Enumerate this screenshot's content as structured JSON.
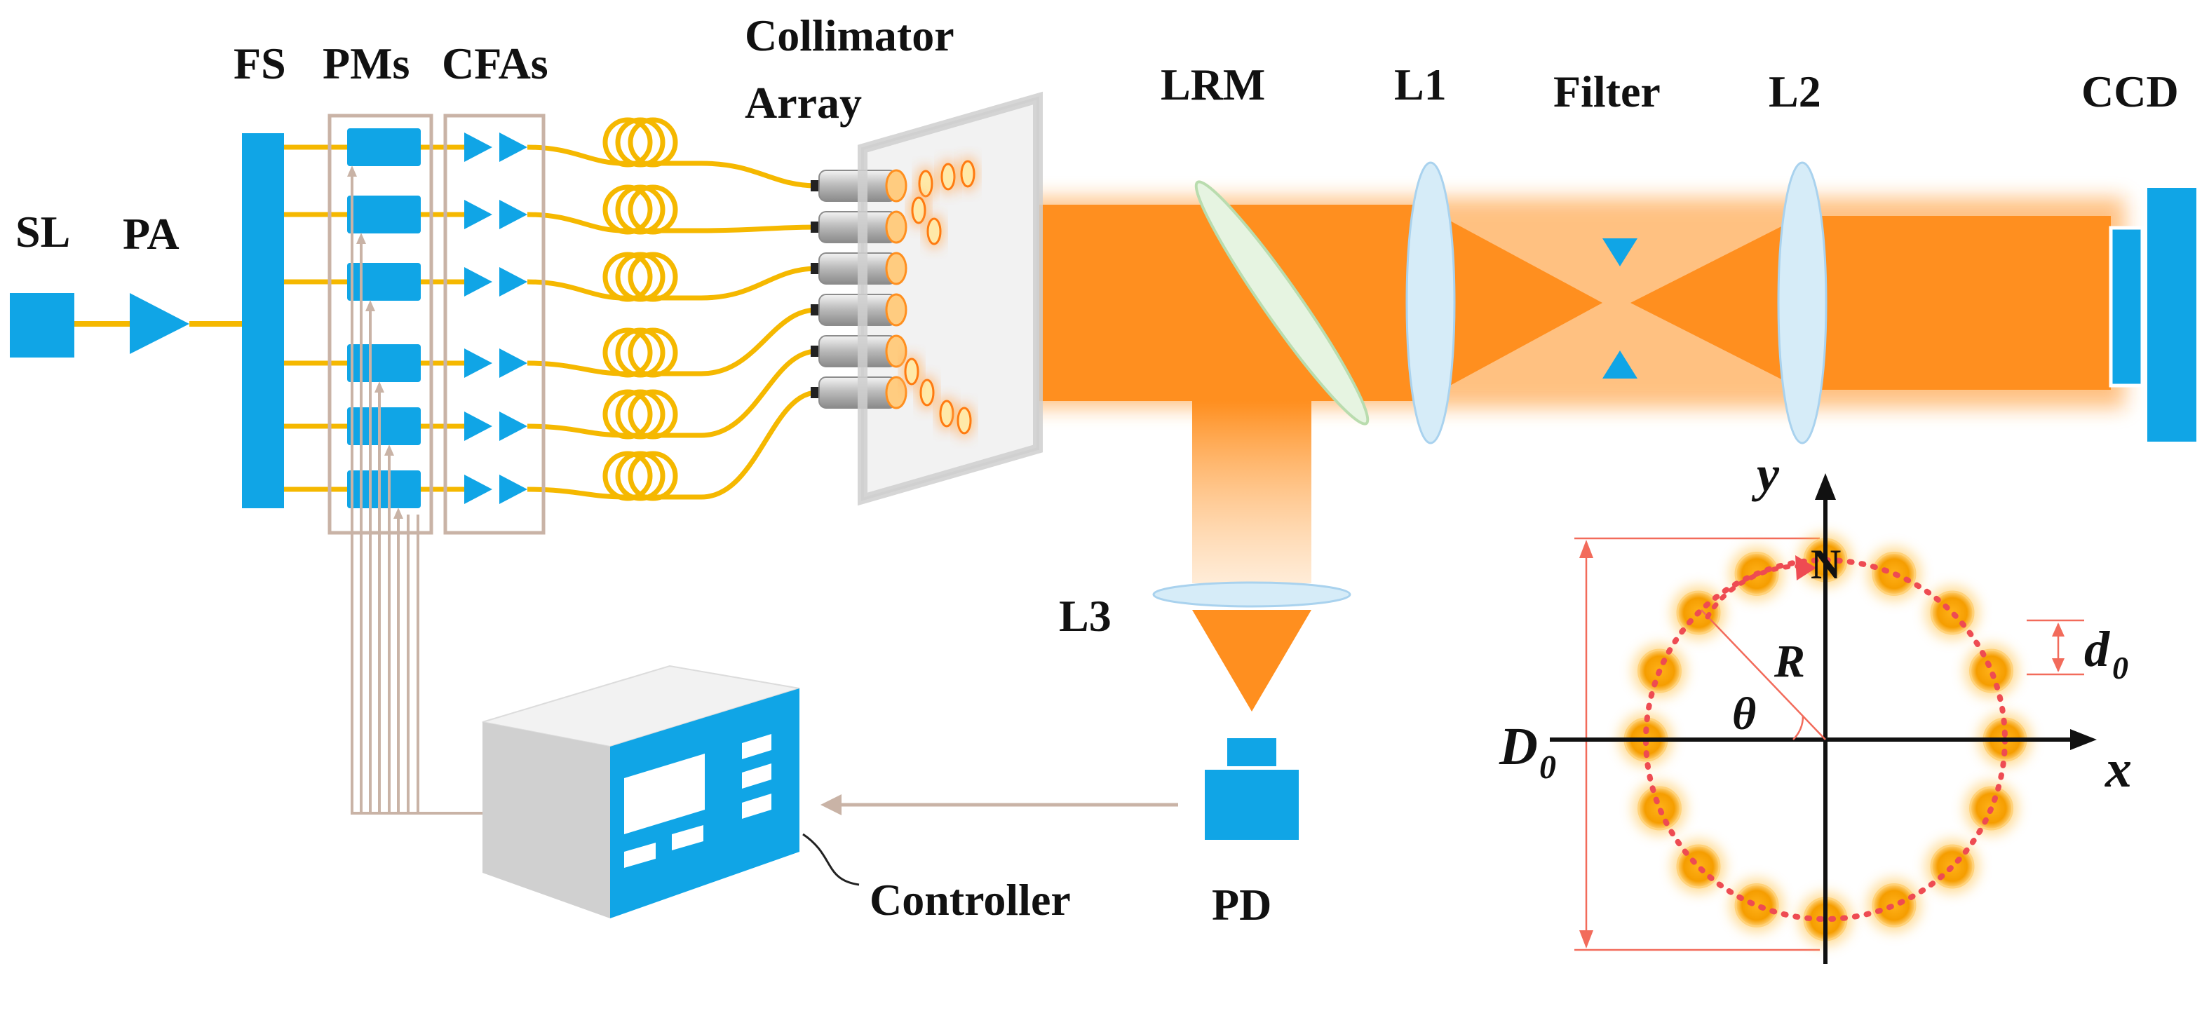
{
  "labels": {
    "sl": "SL",
    "pa": "PA",
    "fs": "FS",
    "pms": "PMs",
    "cfas": "CFAs",
    "collimator_line1": "Collimator",
    "collimator_line2": "Array",
    "lrm": "LRM",
    "l1": "L1",
    "filter": "Filter",
    "l2": "L2",
    "ccd": "CCD",
    "l3": "L3",
    "pd": "PD",
    "controller": "Controller"
  },
  "inset": {
    "axis_x": "x",
    "axis_y": "y",
    "marker_n": "N",
    "radius": "R",
    "angle": "θ",
    "diameter_base": "D",
    "diameter_sub": "0",
    "spacing_base": "d",
    "spacing_sub": "0",
    "element_count": 16
  },
  "channels": 6,
  "colors": {
    "component_blue": "#10a5e6",
    "fiber_yellow": "#f5b800",
    "beam_orange": "#ff8f1f",
    "frame_tan": "#c9b3a6",
    "lens_blue": "#d6ecf8",
    "dim_red": "#f26b5b"
  }
}
